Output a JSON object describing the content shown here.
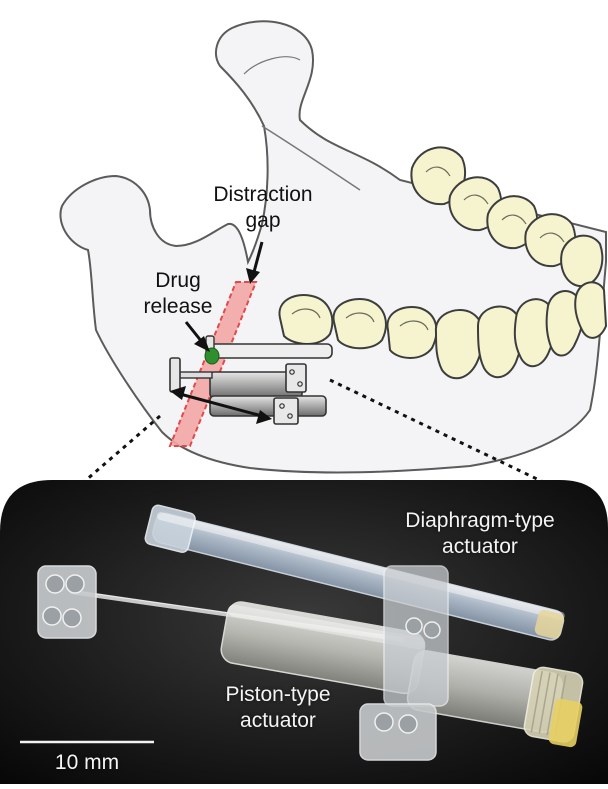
{
  "labels": {
    "distraction_line1": "Distraction",
    "distraction_line2": "gap",
    "drug_line1": "Drug",
    "drug_line2": "release",
    "diaphragm_line1": "Diaphragm-type",
    "diaphragm_line2": "actuator",
    "piston_line1": "Piston-type",
    "piston_line2": "actuator",
    "scale_bar": "10 mm"
  },
  "colors": {
    "bone_fill": "#f4f4f6",
    "bone_stroke": "#5b5b5b",
    "tooth_fill": "#f6f3cf",
    "tooth_stroke": "#3d3d3d",
    "gap_fill": "#f3a6a6",
    "gap_stroke": "#e04a4a",
    "drug_green": "#2f8f2f",
    "photo_background": "#0e0e0e"
  }
}
